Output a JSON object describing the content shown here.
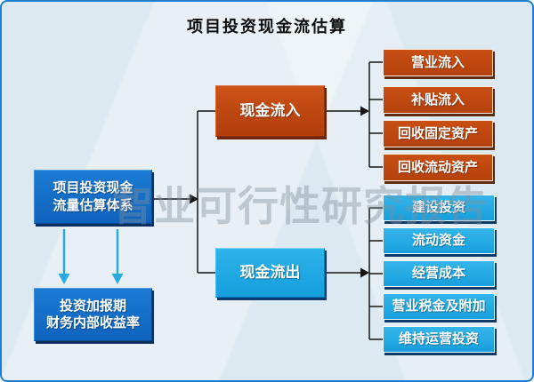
{
  "title": "项目投资现金流估算",
  "watermark": "智业可行性研究报告",
  "left_column": {
    "system_box": {
      "line1": "项目投资现金",
      "line2": "流量估算体系"
    },
    "result_box": {
      "line1": "投资加报期",
      "line2": "财务内部收益率"
    }
  },
  "middle": {
    "inflow_label": "现金流入",
    "outflow_label": "现金流出"
  },
  "inflow_items": [
    "营业流入",
    "补贴流入",
    "回收固定资产",
    "回收流动资产"
  ],
  "outflow_items": [
    "建设投资",
    "流动资金",
    "经营成本",
    "营业税金及附加",
    "维持运营投资"
  ],
  "colors": {
    "frame_border": "#1a7ed3",
    "background": "#dce9f1",
    "navy_box": "#1470c8",
    "orange_box": "#c2490f",
    "cyan_box": "#29abe2",
    "connector": "#151515",
    "cyan_arrow": "#29abe2"
  }
}
